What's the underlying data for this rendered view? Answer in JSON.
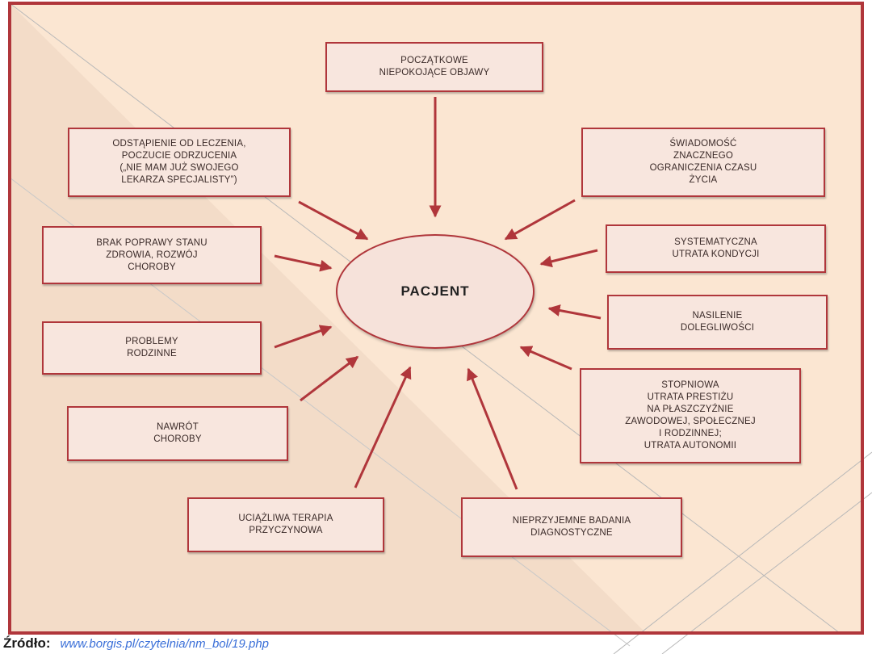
{
  "diagram": {
    "center_label": "PACJENT",
    "boxes": [
      "POCZĄTKOWE\nNIEPOKOJĄCE OBJAWY",
      "ODSTĄPIENIE OD LECZENIA,\nPOCZUCIE ODRZUCENIA\n(„NIE MAM JUŻ SWOJEGO\nLEKARZA SPECJALISTY”)",
      "ŚWIADOMOŚĆ\nZNACZNEGO\nOGRANICZENIA CZASU\nŻYCIA",
      "BRAK POPRAWY STANU\nZDROWIA, ROZWÓJ\nCHOROBY",
      "SYSTEMATYCZNA\nUTRATA KONDYCJI",
      "NASILENIE\nDOLEGLIWOŚCI",
      "PROBLEMY\nRODZINNE",
      "STOPNIOWA\nUTRATA PRESTIŻU\nNA PŁASZCZYŹNIE\nZAWODOWEJ, SPOŁECZNEJ\nI RODZINNEJ;\nUTRATA AUTONOMII",
      "NAWRÓT\nCHOROBY",
      "UCIĄŻLIWA TERAPIA\nPRZYCZYNOWA",
      "NIEPRZYJEMNE BADANIA\nDIAGNOSTYCZNE"
    ]
  },
  "footer": {
    "label": "Źródło:",
    "url": "www.borgis.pl/czytelnia/nm_bol/19.php"
  },
  "colors": {
    "frame": "#b0363b",
    "arrow": "#b0363b",
    "box_fill": "#f8e6de",
    "background": "#fbe6d2",
    "link": "#3a6fd8"
  }
}
